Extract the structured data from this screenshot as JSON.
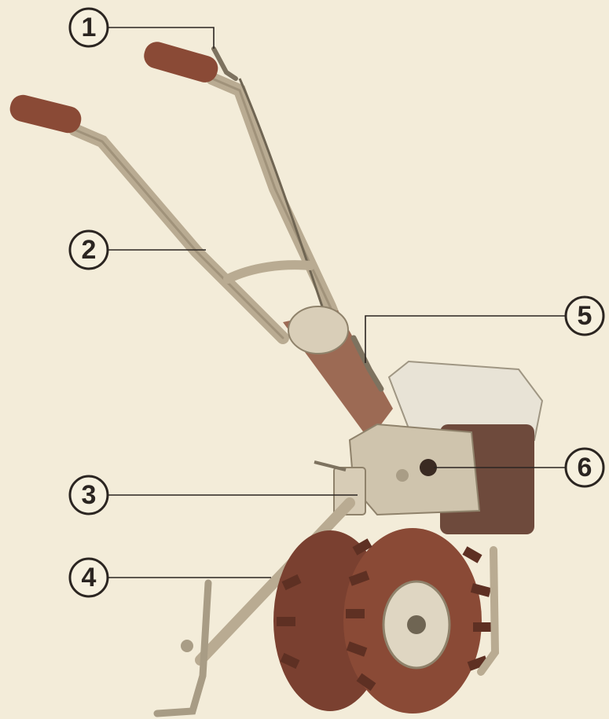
{
  "callouts": [
    {
      "id": "1",
      "label": "1"
    },
    {
      "id": "2",
      "label": "2"
    },
    {
      "id": "3",
      "label": "3"
    },
    {
      "id": "4",
      "label": "4"
    },
    {
      "id": "5",
      "label": "5"
    },
    {
      "id": "6",
      "label": "6"
    }
  ],
  "colors": {
    "paper": "#f3ecd9",
    "ink": "#2b2521",
    "grip": "#8a4a36",
    "metal": "#b9ab92",
    "tire": "#7a4030",
    "engine": "#e8e3d6"
  }
}
